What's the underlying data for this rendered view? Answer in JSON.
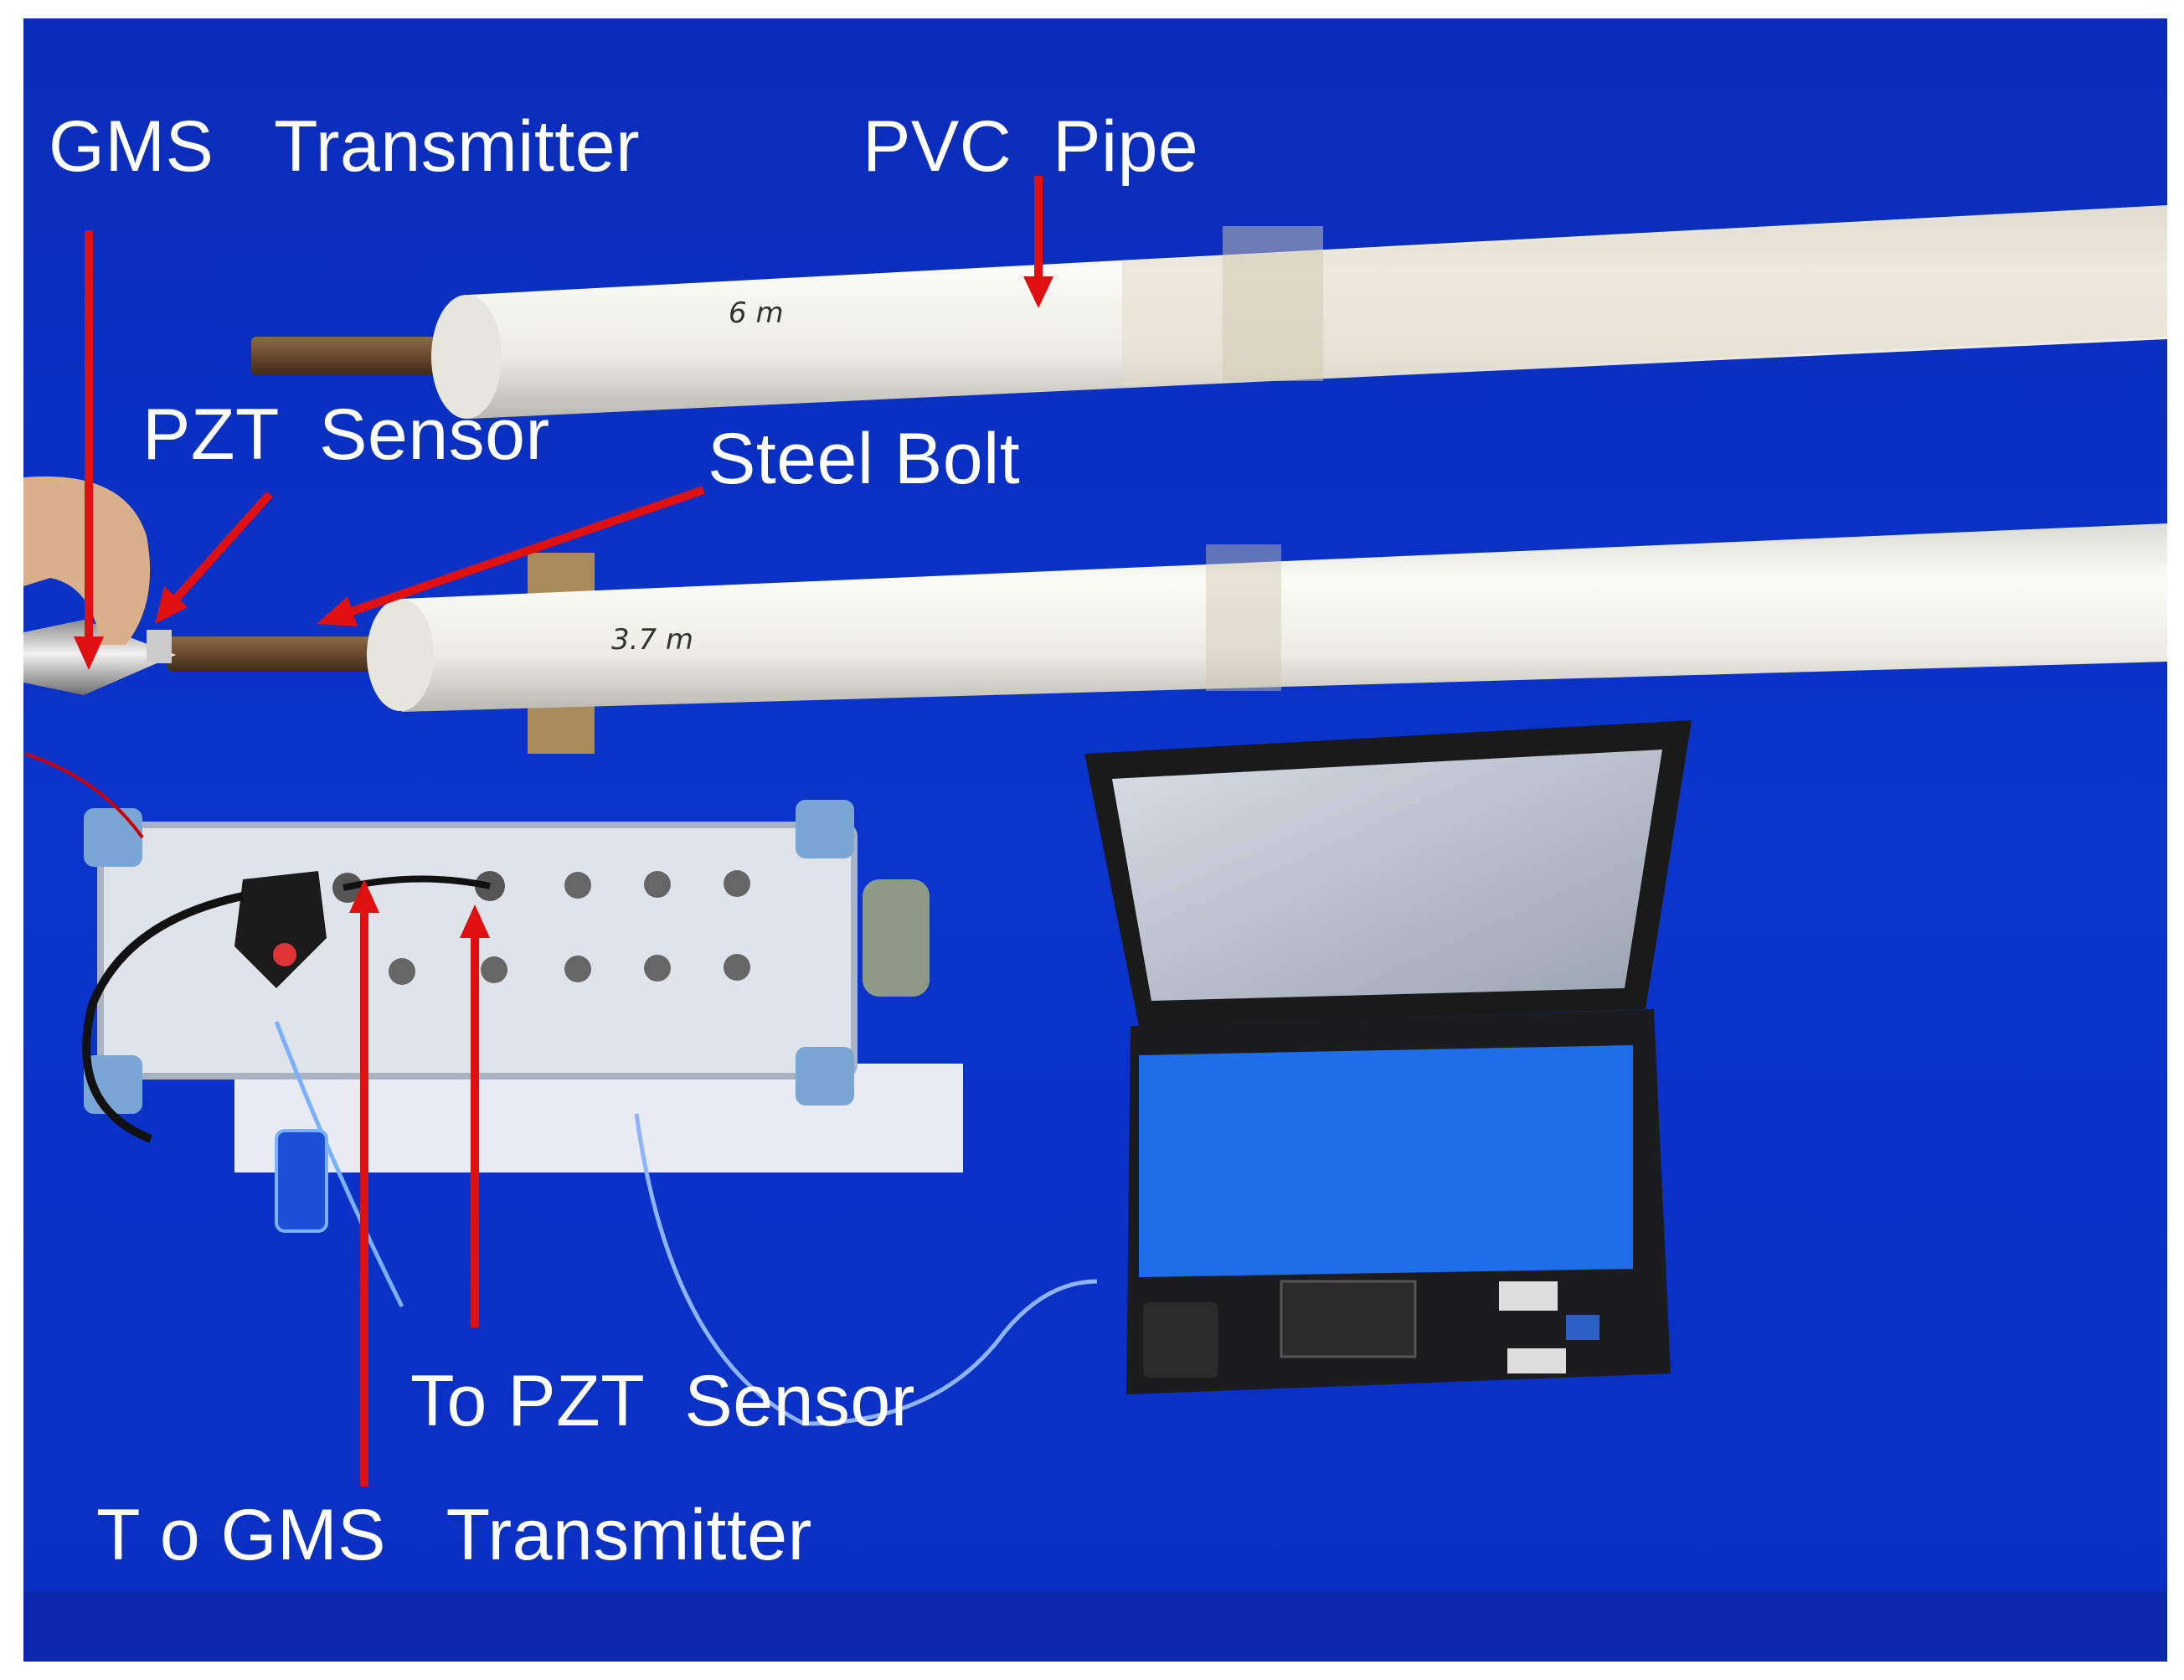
{
  "labels": {
    "gms_transmitter": "GMS   Transmitter",
    "pvc_pipe": "PVC  Pipe",
    "pzt_sensor": "PZT  Sensor",
    "steel_bolt": "Steel Bolt",
    "to_pzt_sensor": "To PZT  Sensor",
    "to_gms_transmitter": "T o GMS   Transmitter"
  },
  "pipe_markings": {
    "upper": "6 m",
    "lower": "3.7 m"
  },
  "colors": {
    "background_cloth": "#0a2ec0",
    "arrow": "#e01010",
    "label_text": "#ffffff"
  }
}
